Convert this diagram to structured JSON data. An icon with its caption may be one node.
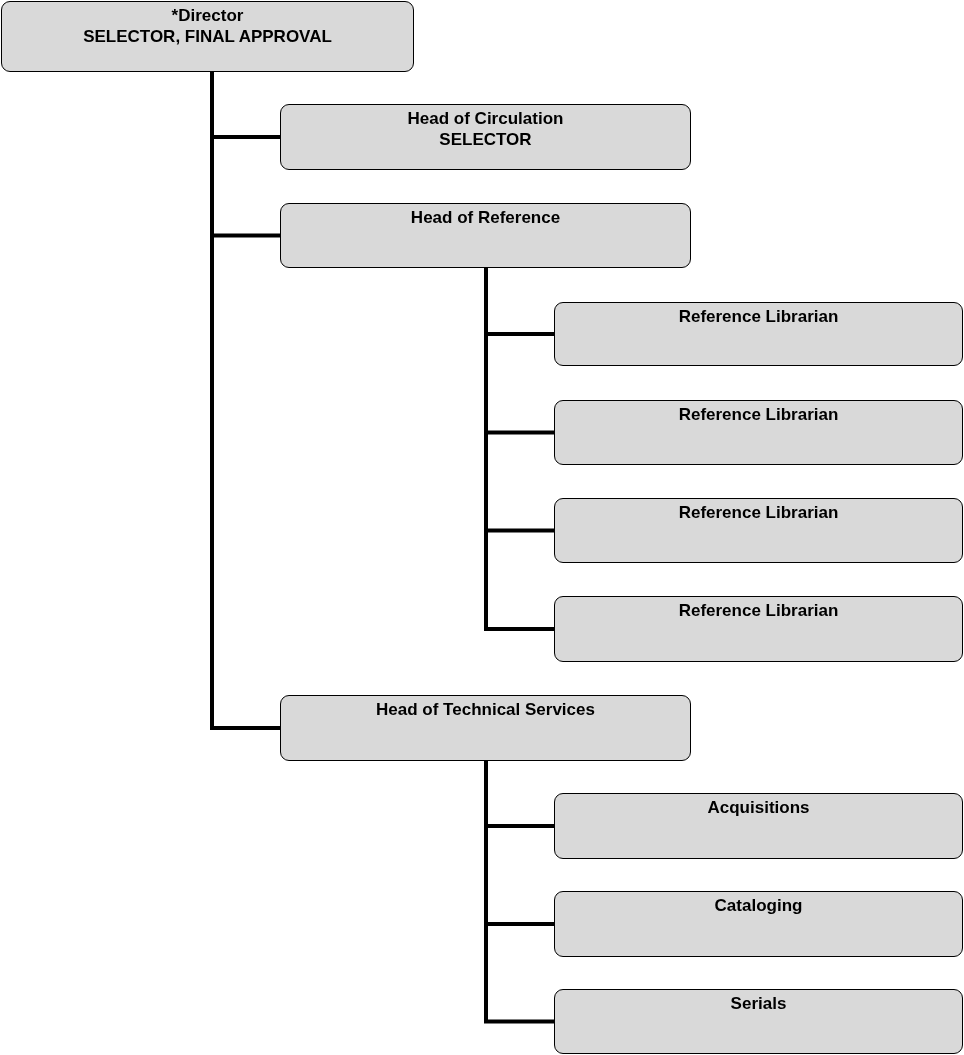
{
  "diagram": {
    "nodes": [
      {
        "text": [
          "*Director",
          "SELECTOR, FINAL APPROVAL"
        ]
      },
      {
        "text": [
          "Head of Circulation",
          "SELECTOR"
        ]
      },
      {
        "text": [
          "Head of Reference"
        ]
      },
      {
        "text": [
          "Reference Librarian"
        ]
      },
      {
        "text": [
          "Reference Librarian"
        ]
      },
      {
        "text": [
          "Reference Librarian"
        ]
      },
      {
        "text": [
          "Reference Librarian"
        ]
      },
      {
        "text": [
          "Head of Technical Services"
        ]
      },
      {
        "text": [
          "Acquisitions"
        ]
      },
      {
        "text": [
          "Cataloging"
        ]
      },
      {
        "text": [
          "Serials"
        ]
      }
    ],
    "edges": [
      {
        "from": 0,
        "to": 1,
        "arrow": "none"
      },
      {
        "from": 0,
        "to": 2,
        "arrow": "none"
      },
      {
        "from": 0,
        "to": 7,
        "arrow": "none"
      },
      {
        "from": 2,
        "to": 3,
        "arrow": "none"
      },
      {
        "from": 2,
        "to": 4,
        "arrow": "none"
      },
      {
        "from": 2,
        "to": 5,
        "arrow": "none"
      },
      {
        "from": 2,
        "to": 6,
        "arrow": "none"
      },
      {
        "from": 7,
        "to": 8,
        "arrow": "none"
      },
      {
        "from": 7,
        "to": 9,
        "arrow": "none"
      },
      {
        "from": 7,
        "to": 10,
        "arrow": "none"
      }
    ]
  }
}
